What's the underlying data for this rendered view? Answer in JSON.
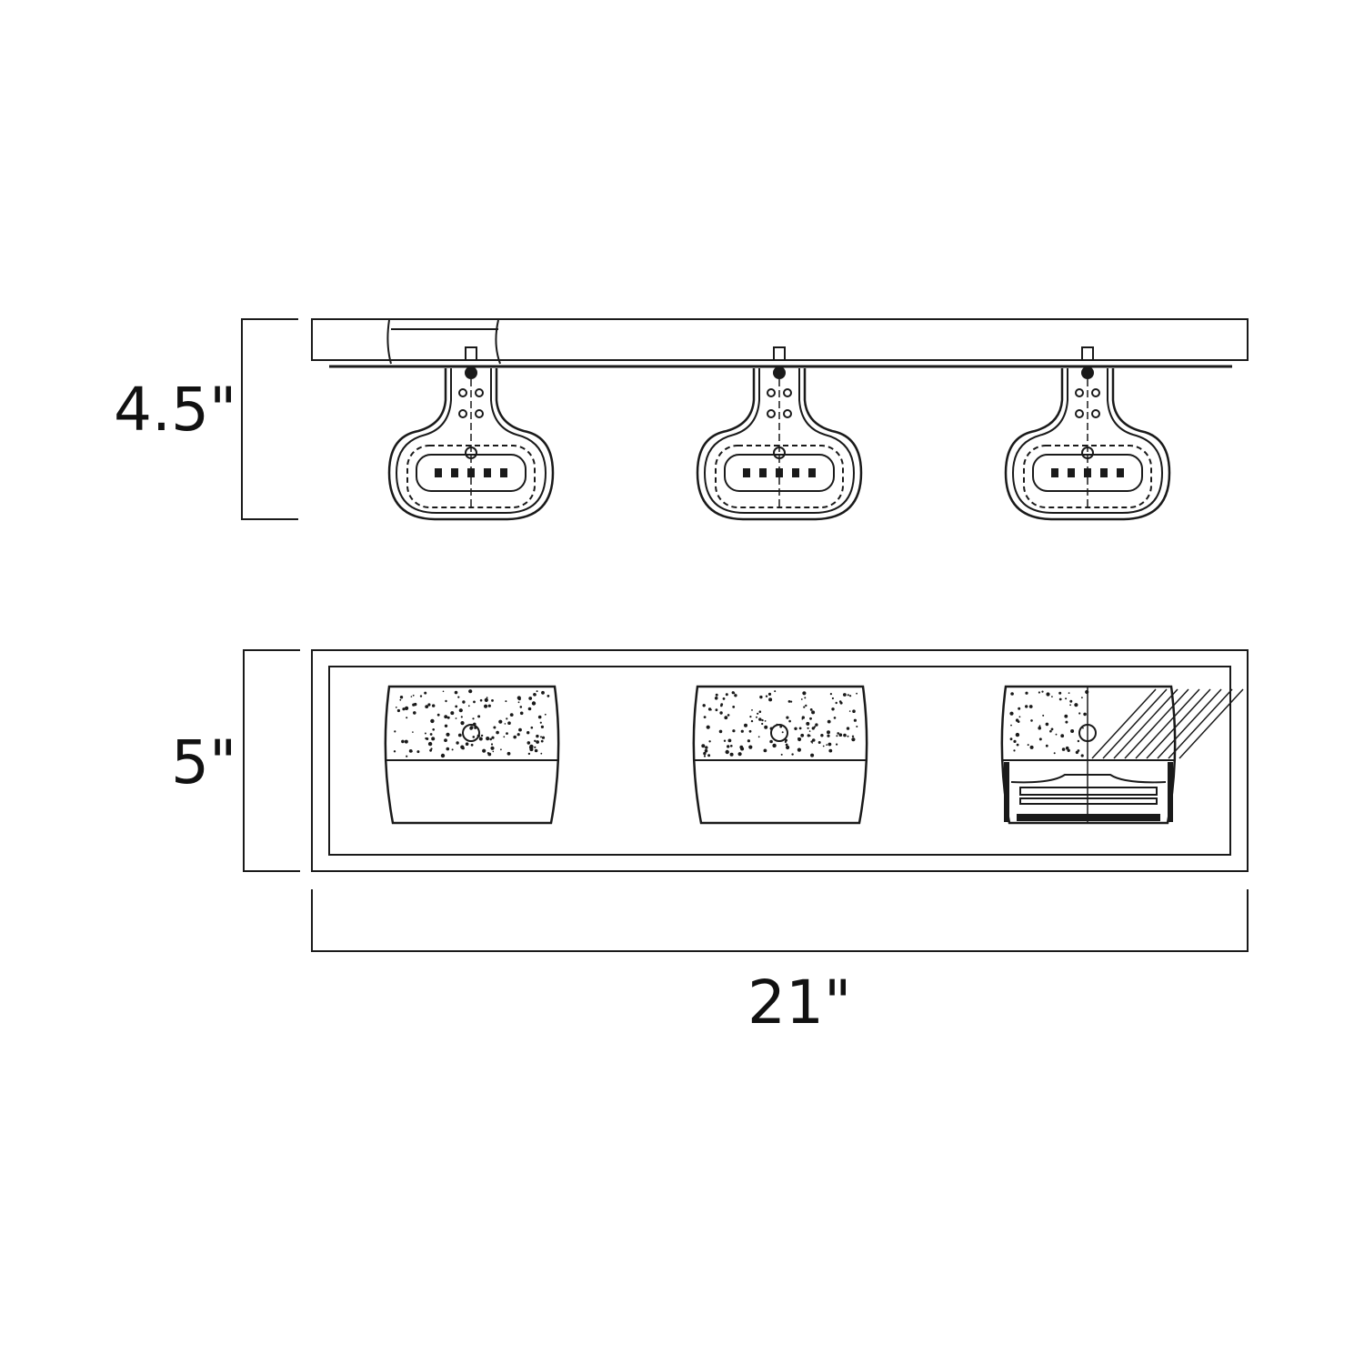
{
  "diagram": {
    "type": "light fixture dimension drawing",
    "views": [
      "side-view",
      "front-view"
    ],
    "fixture_count": 3,
    "dimensions": {
      "height_label": "4.5\"",
      "depth_label": "5\"",
      "width_label": "21\""
    },
    "colors": {
      "line": "#1a1a1a",
      "background": "#ffffff"
    }
  }
}
